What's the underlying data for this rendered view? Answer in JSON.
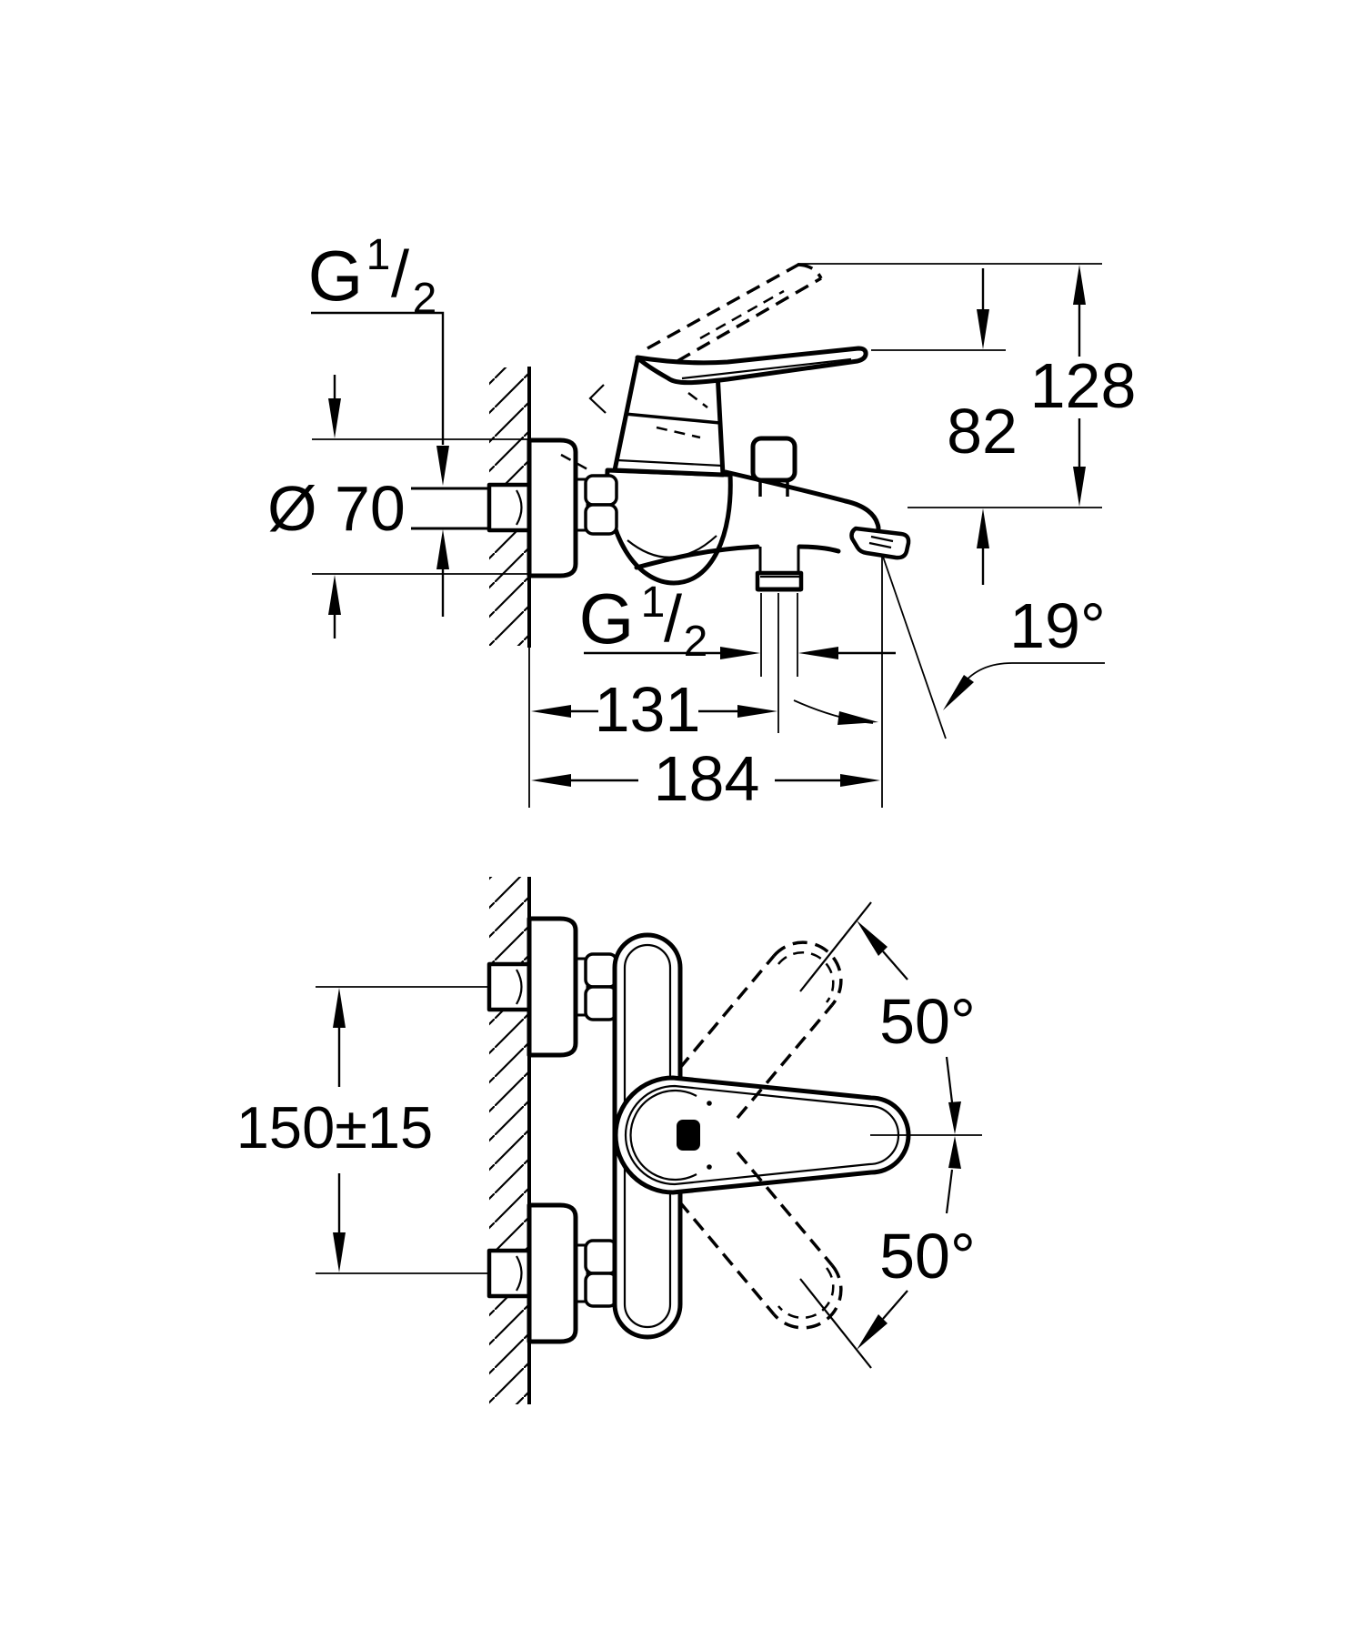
{
  "colors": {
    "ink": "#000000",
    "paper": "#ffffff"
  },
  "labels": {
    "thread_top": {
      "g": "G",
      "num": "1",
      "slash": "/",
      "den": "2"
    },
    "flange_diameter": "Ø 70",
    "height_total": "128",
    "height_handle": "82",
    "spout_angle": "19°",
    "thread_bottom": {
      "g": "G",
      "num": "1",
      "slash": "/",
      "den": "2"
    },
    "depth_shower_outlet": "131",
    "depth_total": "184",
    "connection_spacing": "150±15",
    "swing_upper": "50°",
    "swing_lower": "50°"
  }
}
